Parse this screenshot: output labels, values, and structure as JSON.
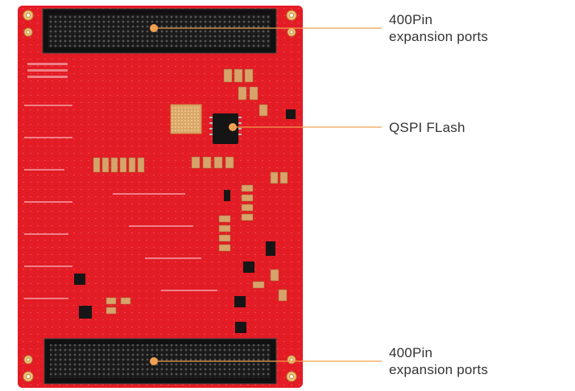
{
  "image": {
    "subject": "red FPGA core board",
    "board_color": "#e41e26",
    "callout_color": "#f0a052",
    "background_color": "#ffffff"
  },
  "callouts": {
    "top": {
      "line1": "400Pin",
      "line2": "expansion ports"
    },
    "middle": {
      "line1": "QSPI FLash"
    },
    "bottom": {
      "line1": "400Pin",
      "line2": "expansion ports"
    }
  }
}
